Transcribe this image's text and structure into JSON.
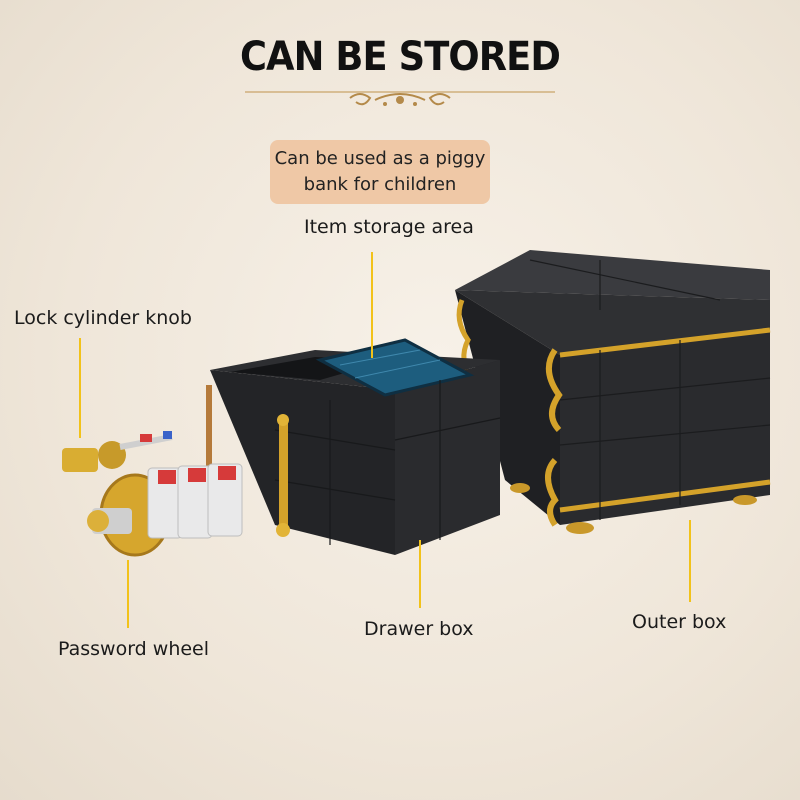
{
  "heading": "CAN BE STORED",
  "callout": {
    "line1": "Can be used as a piggy",
    "line2": "bank for children"
  },
  "labels": {
    "item_storage": "Item storage area",
    "lock_knob": "Lock cylinder knob",
    "password_wheel": "Password wheel",
    "drawer_box": "Drawer box",
    "outer_box": "Outer box"
  },
  "colors": {
    "leader_line": "#f2c21a",
    "callout_bg": "#efc8a6",
    "brick_black": "#2a2b2e",
    "gold": "#d4a22a",
    "water_blue": "#1d5d7e"
  }
}
